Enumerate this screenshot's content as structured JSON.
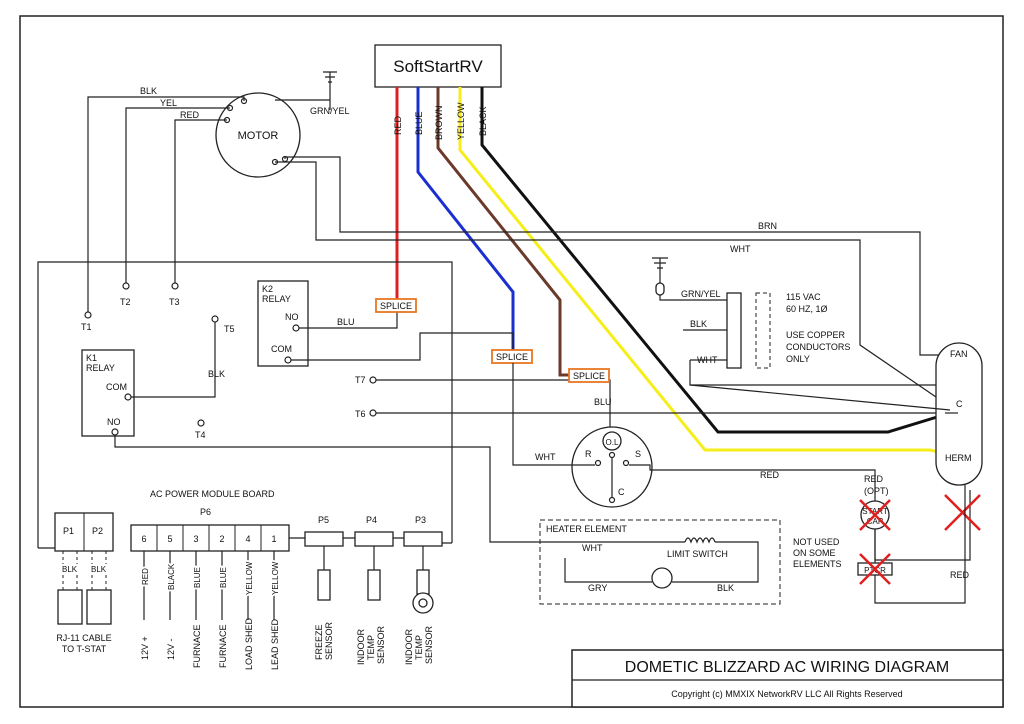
{
  "title": "DOMETIC BLIZZARD AC WIRING DIAGRAM",
  "copyright": "Copyright (c) MMXIX NetworkRV LLC All Rights Reserved",
  "softstart": {
    "label": "SoftStartRV",
    "wires": [
      {
        "name": "RED",
        "color": "#e02020"
      },
      {
        "name": "BLUE",
        "color": "#1a2fd0"
      },
      {
        "name": "BROWN",
        "color": "#6b3a2a"
      },
      {
        "name": "YELLOW",
        "color": "#f5ee1a"
      },
      {
        "name": "BLACK",
        "color": "#111111"
      }
    ]
  },
  "motor": {
    "label": "MOTOR",
    "ground_label": "GRN/YEL",
    "wire_labels": {
      "blk": "BLK",
      "yel": "YEL",
      "red": "RED"
    },
    "terminals": [
      "T1",
      "T2",
      "T3",
      "T4",
      "T5",
      "T6",
      "T7"
    ]
  },
  "k2_relay": {
    "title": "K2",
    "subtitle": "RELAY",
    "no": "NO",
    "com": "COM",
    "blu": "BLU"
  },
  "k1_relay": {
    "title": "K1",
    "subtitle": "RELAY",
    "com": "COM",
    "no": "NO",
    "blk": "BLK"
  },
  "splice_label": "SPLICE",
  "wire_labels": {
    "brn": "BRN",
    "wht": "WHT",
    "blu": "BLU",
    "red": "RED",
    "wht2": "WHT"
  },
  "power": {
    "ground": "GRN/YEL",
    "blk": "BLK",
    "wht": "WHT",
    "spec1": "115 VAC",
    "spec2": "60 HZ, 1Ø",
    "note1": "USE COPPER",
    "note2": "CONDUCTORS",
    "note3": "ONLY"
  },
  "capacitor": {
    "fan": "FAN",
    "c": "C",
    "herm": "HERM"
  },
  "compressor": {
    "r": "R",
    "s": "S",
    "c": "C",
    "ol": "O.L"
  },
  "start_cap": {
    "red_opt1": "RED",
    "red_opt2": "(OPT)",
    "label1": "START",
    "label2": "CAP",
    "ptcr": "PTCR",
    "red": "RED"
  },
  "heater": {
    "title": "HEATER ELEMENT",
    "wht": "WHT",
    "limit_switch": "LIMIT SWITCH",
    "gry": "GRY",
    "blk": "BLK",
    "note1": "NOT USED",
    "note2": "ON SOME",
    "note3": "ELEMENTS"
  },
  "board": {
    "title": "AC POWER MODULE BOARD",
    "p6": "P6",
    "p1": "P1",
    "p2": "P2",
    "p3": "P3",
    "p4": "P4",
    "p5": "P5",
    "blk": "BLK",
    "rj11_1": "RJ-11 CABLE",
    "rj11_2": "TO T-STAT",
    "pins": [
      {
        "num": "6",
        "wire": "RED",
        "func": "12V +"
      },
      {
        "num": "5",
        "wire": "BLACK",
        "func": "12V -"
      },
      {
        "num": "3",
        "wire": "BLUE",
        "func": "FURNACE"
      },
      {
        "num": "2",
        "wire": "BLUE",
        "func": "FURNACE"
      },
      {
        "num": "4",
        "wire": "YELLOW",
        "func": "LOAD SHED"
      },
      {
        "num": "1",
        "wire": "YELLOW",
        "func": "LEAD SHED"
      }
    ],
    "sensors": [
      {
        "l1": "FREEZE",
        "l2": "SENSOR",
        "l3": ""
      },
      {
        "l1": "INDOOR",
        "l2": "TEMP",
        "l3": "SENSOR"
      },
      {
        "l1": "INDOOR",
        "l2": "TEMP",
        "l3": "SENSOR"
      }
    ]
  }
}
